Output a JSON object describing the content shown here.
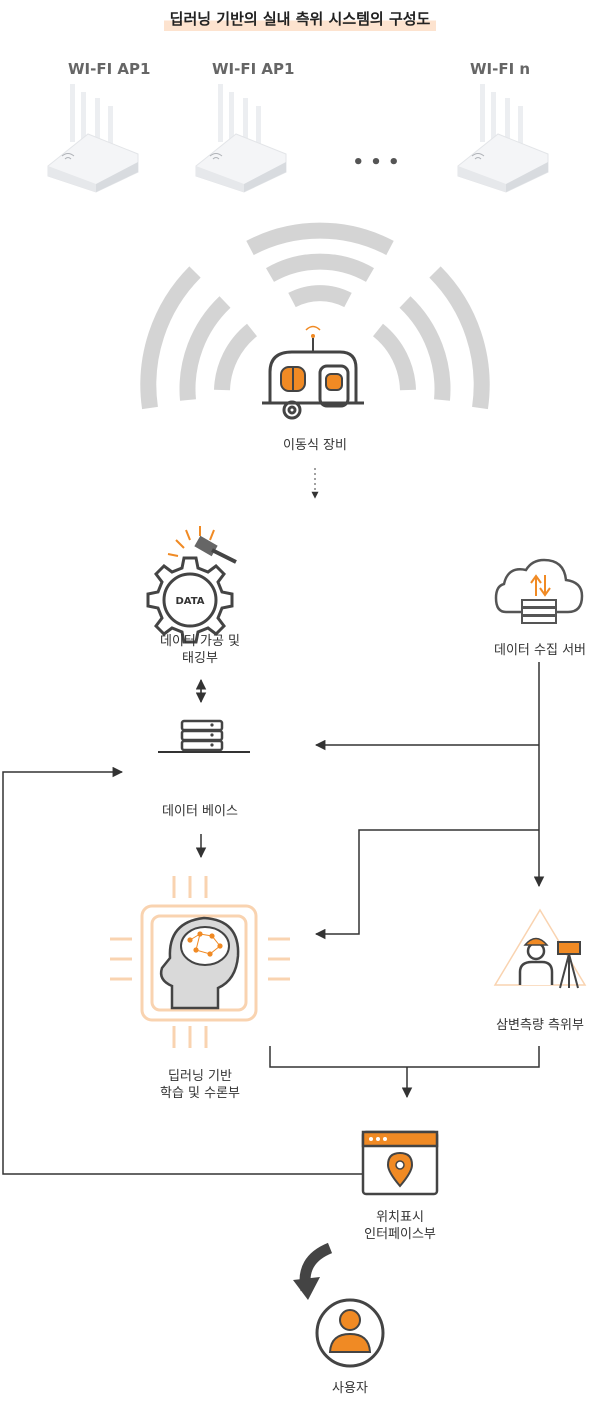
{
  "title": "딥러닝 기반의 실내 측위 시스템의 구성도",
  "access_points": [
    "WI-FI AP1",
    "WI-FI AP1",
    "WI-FI n"
  ],
  "ellipsis": "• • •",
  "nodes": {
    "mobile_device": "이동식 장비",
    "data_processing_line1": "데이터 가공 및",
    "data_processing_line2": "태깅부",
    "collection_server": "데이터 수집 서버",
    "database": "데이터 베이스",
    "surveying": "삼변측량 측위부",
    "deep_learning_line1": "딥러닝 기반",
    "deep_learning_line2": "학습 및 수론부",
    "location_interface_line1": "위치표시",
    "location_interface_line2": "인터페이스부",
    "user": "사용자"
  },
  "gear_text": "DATA",
  "colors": {
    "accent": "#f08a24",
    "line": "#333333",
    "wave": "#d0d0d0",
    "light_orange": "#f9d3b0"
  }
}
